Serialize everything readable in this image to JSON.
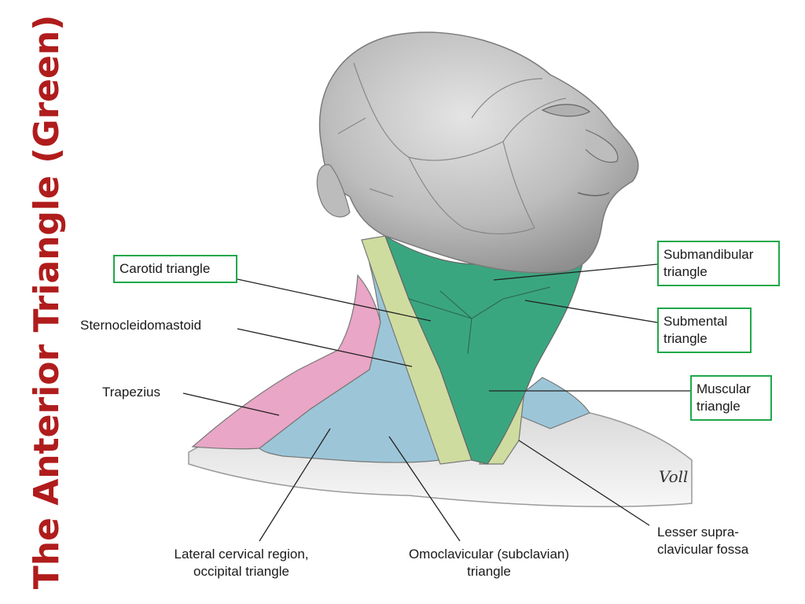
{
  "title": "The Anterior Triangle (Green)",
  "colors": {
    "title": "#b01c1c",
    "label_box_border": "#1fa84a",
    "anterior_triangle_fill": "#3aa680",
    "sternocleidomastoid_fill": "#cfdca0",
    "lateral_region_fill": "#9cc6d8",
    "trapezius_fill": "#e9a6c6",
    "skin_fill": "#c9c9c9",
    "leader_line": "#222222"
  },
  "labels": {
    "carotid": "Carotid triangle",
    "sternocleidomastoid": "Sternocleidomastoid",
    "trapezius": "Trapezius",
    "submandibular": [
      "Submandibular",
      "triangle"
    ],
    "submental": [
      "Submental",
      "triangle"
    ],
    "muscular": [
      "Muscular",
      "triangle"
    ],
    "lateral_cervical": [
      "Lateral cervical region,",
      "occipital triangle"
    ],
    "omoclavicular": [
      "Omoclavicular (subclavian)",
      "triangle"
    ],
    "lesser_supraclavicular": [
      "Lesser supra-",
      "clavicular fossa"
    ]
  },
  "signature": "Voll"
}
